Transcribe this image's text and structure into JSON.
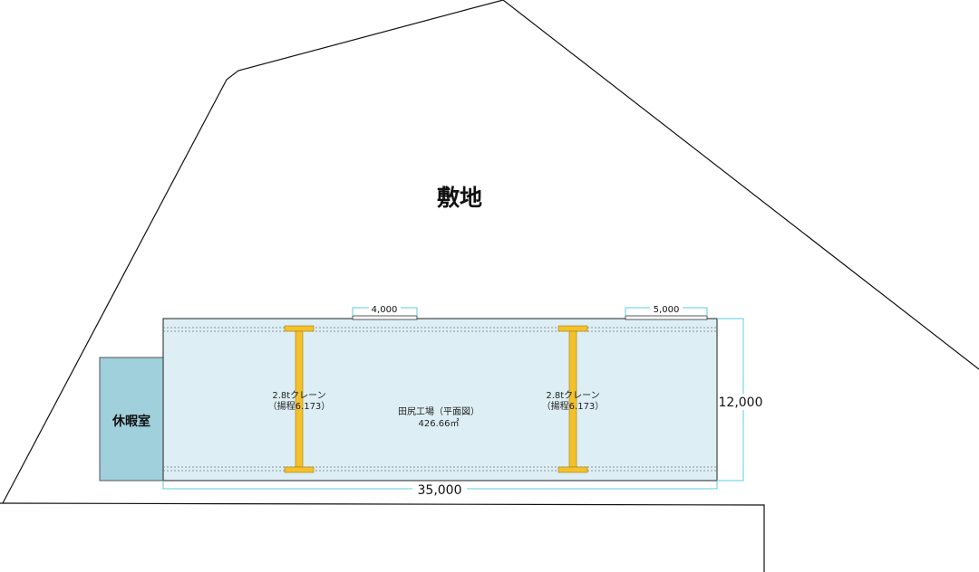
{
  "site": {
    "label": "敷地"
  },
  "factory": {
    "name": "田尻工場（平面図）",
    "area": "426.66㎡",
    "fill_color": "#ddeef4",
    "border_color": "#444444"
  },
  "rest_room": {
    "label": "休暇室",
    "fill_color": "#9fd0dc"
  },
  "cranes": [
    {
      "name": "2.8tクレーン",
      "lift": "（揚程6.173）"
    },
    {
      "name": "2.8tクレーン",
      "lift": "（揚程6.173）"
    }
  ],
  "crane_color": "#f5c12b",
  "doors": [
    {
      "width_label": "4,000"
    },
    {
      "width_label": "5,000"
    }
  ],
  "dimensions": {
    "length_label": "35,000",
    "depth_label": "12,000",
    "line_color": "#5ccbe6"
  }
}
